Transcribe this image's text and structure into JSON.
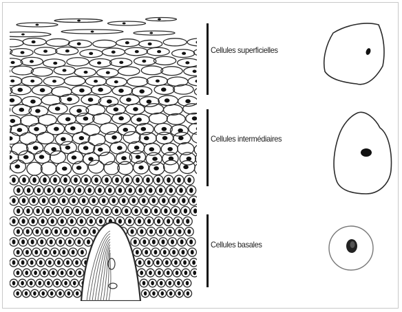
{
  "layers": [
    {
      "id": "superficial",
      "label": "Cellules superficielles",
      "nucleus_color": "#111111"
    },
    {
      "id": "intermediate",
      "label": "Cellules intermédiaires",
      "nucleus_color": "#111111"
    },
    {
      "id": "basal",
      "label": "Cellules basales",
      "nucleus_color": "#222222"
    }
  ],
  "colors": {
    "line": "#2a2a2a",
    "basal_outline": "#777777",
    "frame": "#c8c8c8"
  }
}
